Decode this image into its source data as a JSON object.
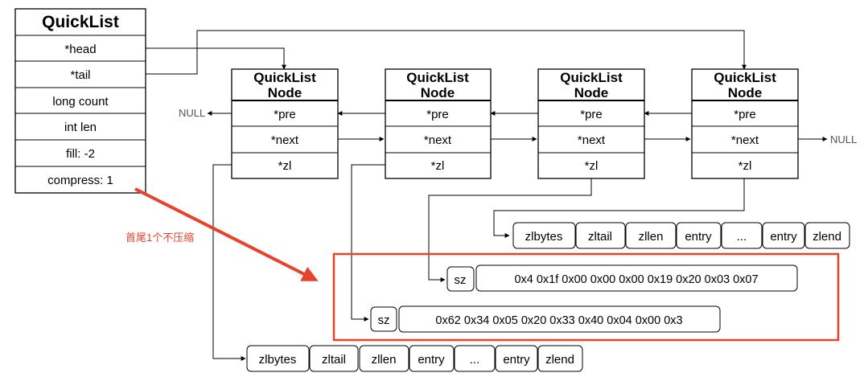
{
  "quicklist": {
    "title": "QuickList",
    "fields": [
      "*head",
      "*tail",
      "long count",
      "int len",
      "fill: -2",
      "compress: 1"
    ]
  },
  "nodes": [
    {
      "title1": "QuickList",
      "title2": "Node",
      "fields": [
        "*pre",
        "*next",
        "*zl"
      ]
    },
    {
      "title1": "QuickList",
      "title2": "Node",
      "fields": [
        "*pre",
        "*next",
        "*zl"
      ]
    },
    {
      "title1": "QuickList",
      "title2": "Node",
      "fields": [
        "*pre",
        "*next",
        "*zl"
      ]
    },
    {
      "title1": "QuickList",
      "title2": "Node",
      "fields": [
        "*pre",
        "*next",
        "*zl"
      ]
    }
  ],
  "null_left": "NULL",
  "null_right": "NULL",
  "annotation": "首尾1个不压缩",
  "ziplist_top": [
    "zlbytes",
    "zltail",
    "zllen",
    "entry",
    "...",
    "entry",
    "zlend"
  ],
  "ziplist_bottom": [
    "zlbytes",
    "zltail",
    "zllen",
    "entry",
    "...",
    "entry",
    "zlend"
  ],
  "compressed": [
    {
      "sz": "sz",
      "bytes": "0x4 0x1f 0x00 0x00 0x00 0x19 0x20 0x03 0x07"
    },
    {
      "sz": "sz",
      "bytes": "0x62 0x34 0x05 0x20 0x33 0x40 0x04 0x00 0x3"
    }
  ],
  "colors": {
    "highlight": "#e8412c",
    "line": "#000000",
    "null_text": "#555555"
  }
}
